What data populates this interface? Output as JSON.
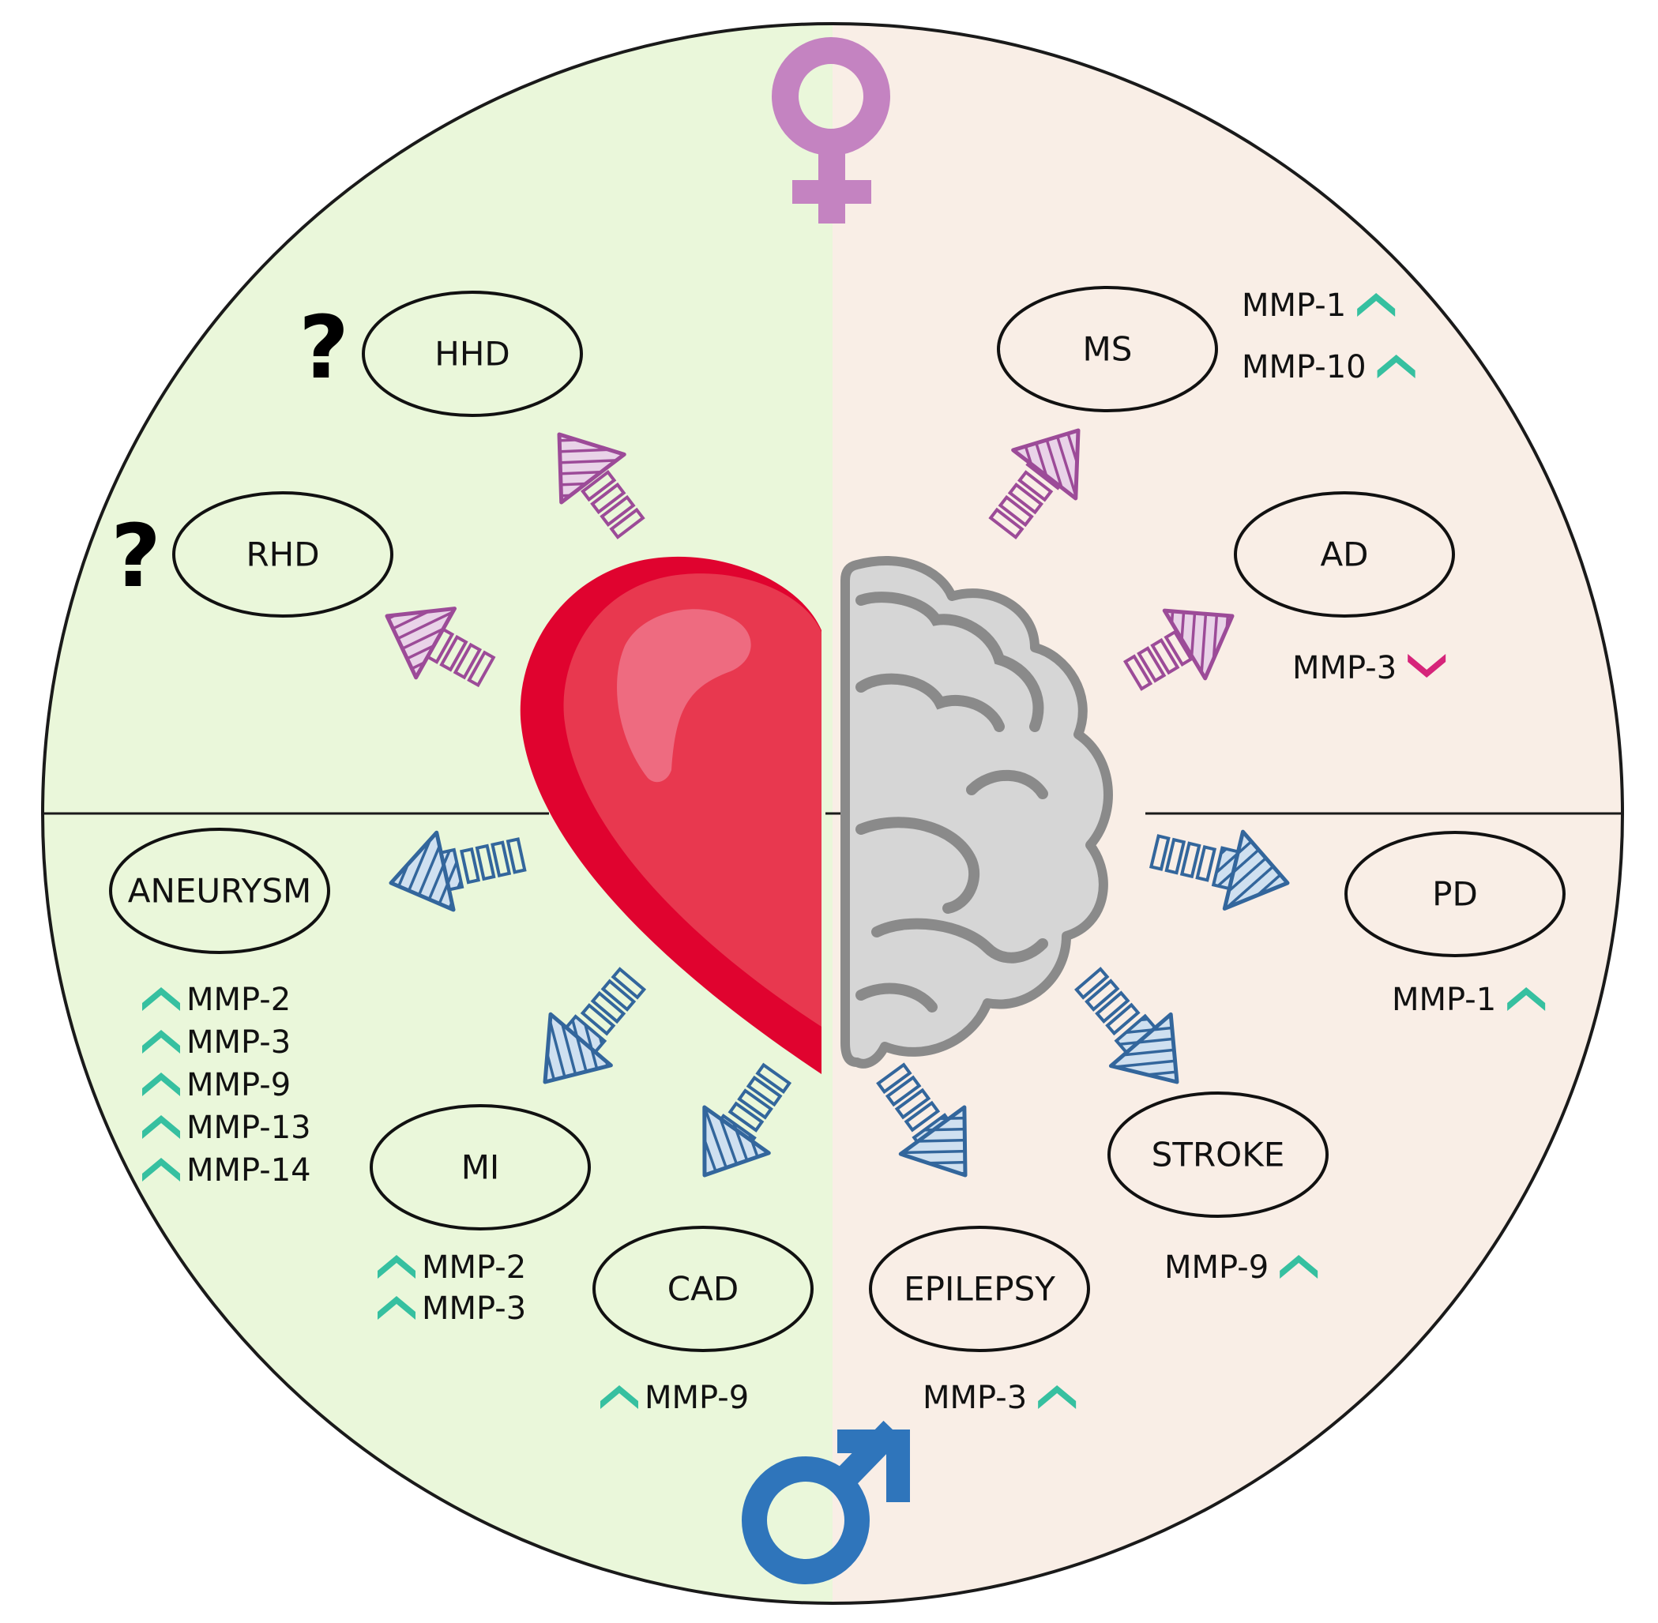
{
  "colors": {
    "female": "#c483c1",
    "male": "#2f75bb",
    "arrow_female": "#9c4b98",
    "arrow_male": "#33669c",
    "up": "#36c0a0",
    "down": "#d6247a",
    "bg_left": "#eaf7da",
    "bg_right": "#f9eee6",
    "heart": "#e0324c",
    "brain": "#b9b9b9"
  },
  "symbols": {
    "female": "female-symbol-icon",
    "male": "male-symbol-icon",
    "unknown": "?"
  },
  "diseases": {
    "hhd": "HHD",
    "rhd": "RHD",
    "ms": "MS",
    "ad": "AD",
    "aneurysm": "ANEURYSM",
    "mi": "MI",
    "cad": "CAD",
    "epilepsy": "EPILEPSY",
    "stroke": "STROKE",
    "pd": "PD"
  },
  "markers": {
    "ms": [
      {
        "label": "MMP-1",
        "trend": "up"
      },
      {
        "label": "MMP-10",
        "trend": "up"
      }
    ],
    "ad": [
      {
        "label": "MMP-3",
        "trend": "down"
      }
    ],
    "aneurysm": [
      {
        "label": "MMP-2",
        "trend": "up"
      },
      {
        "label": "MMP-3",
        "trend": "up"
      },
      {
        "label": "MMP-9",
        "trend": "up"
      },
      {
        "label": "MMP-13",
        "trend": "up"
      },
      {
        "label": "MMP-14",
        "trend": "up"
      }
    ],
    "mi": [
      {
        "label": "MMP-2",
        "trend": "up"
      },
      {
        "label": "MMP-3",
        "trend": "up"
      }
    ],
    "cad": [
      {
        "label": "MMP-9",
        "trend": "up"
      }
    ],
    "epilepsy": [
      {
        "label": "MMP-3",
        "trend": "up"
      }
    ],
    "stroke": [
      {
        "label": "MMP-9",
        "trend": "up"
      }
    ],
    "pd": [
      {
        "label": "MMP-1",
        "trend": "up"
      }
    ]
  }
}
